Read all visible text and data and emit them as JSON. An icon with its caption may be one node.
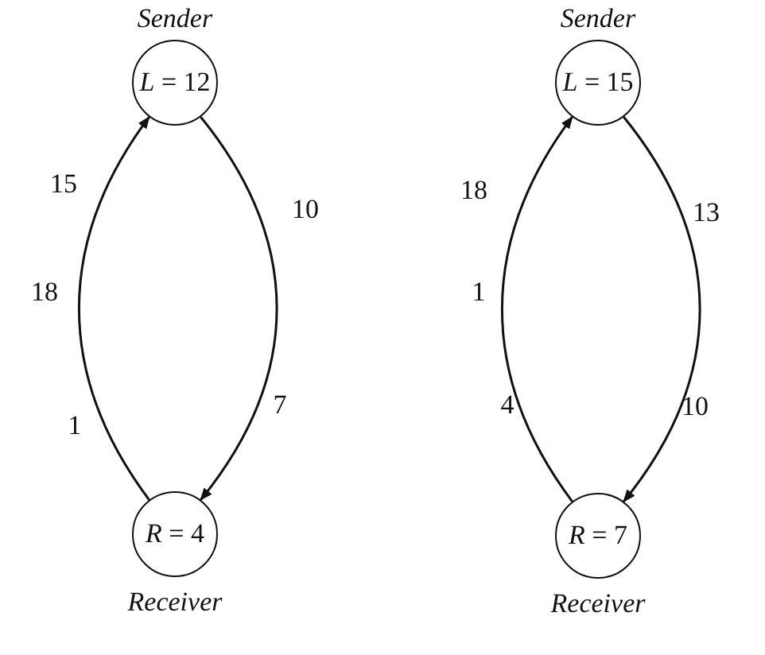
{
  "diagram": {
    "nodes": [
      {
        "text": [
          "*L* = 12"
        ],
        "beside": [
          "Sender"
        ]
      },
      {
        "text": [
          "*R* = 4"
        ],
        "beside": [
          "Receiver"
        ]
      },
      {
        "text": [
          "*L* = 15"
        ],
        "beside": [
          "Sender"
        ]
      },
      {
        "text": [
          "*R* = 7"
        ],
        "beside": [
          "Receiver"
        ]
      }
    ],
    "edges": [
      {
        "from": 1,
        "to": 0,
        "arrow": "to"
      },
      {
        "from": 0,
        "to": 1,
        "arrow": "to"
      },
      {
        "from": 3,
        "to": 2,
        "arrow": "to"
      },
      {
        "from": 2,
        "to": 3,
        "arrow": "to"
      }
    ],
    "labels": [
      "15",
      "18",
      "1",
      "10",
      "7",
      "18",
      "1",
      "4",
      "13",
      "10"
    ]
  }
}
